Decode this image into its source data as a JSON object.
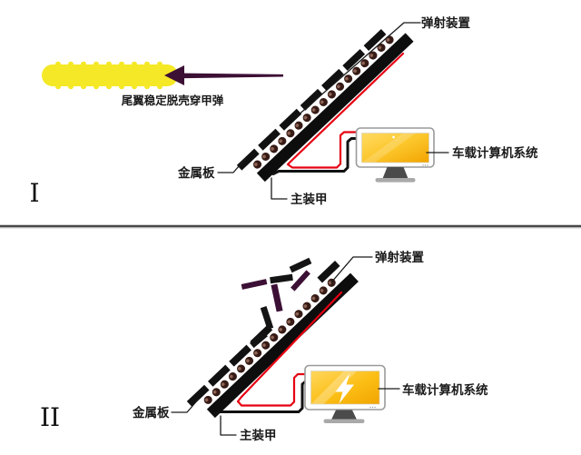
{
  "panel1": {
    "numeral": "I",
    "projectile_label": "尾翼稳定脱壳穿甲弹",
    "ejector_label": "弹射装置",
    "metal_plate_label": "金属板",
    "main_armor_label": "主装甲",
    "computer_label": "车载计算机系统"
  },
  "panel2": {
    "numeral": "II",
    "ejector_label": "弹射装置",
    "metal_plate_label": "金属板",
    "main_armor_label": "主装甲",
    "computer_label": "车载计算机系统"
  },
  "colors": {
    "sabot_yellow": "#f5e826",
    "penetrator_purple": "#3c0f35",
    "armor_black": "#0d0d0d",
    "wire_red": "#e60012",
    "sensor_brown": "#371b16",
    "screen_yellow_light": "#ffdb63",
    "screen_yellow_dark": "#f2a400",
    "divider_gray": "#474747"
  }
}
